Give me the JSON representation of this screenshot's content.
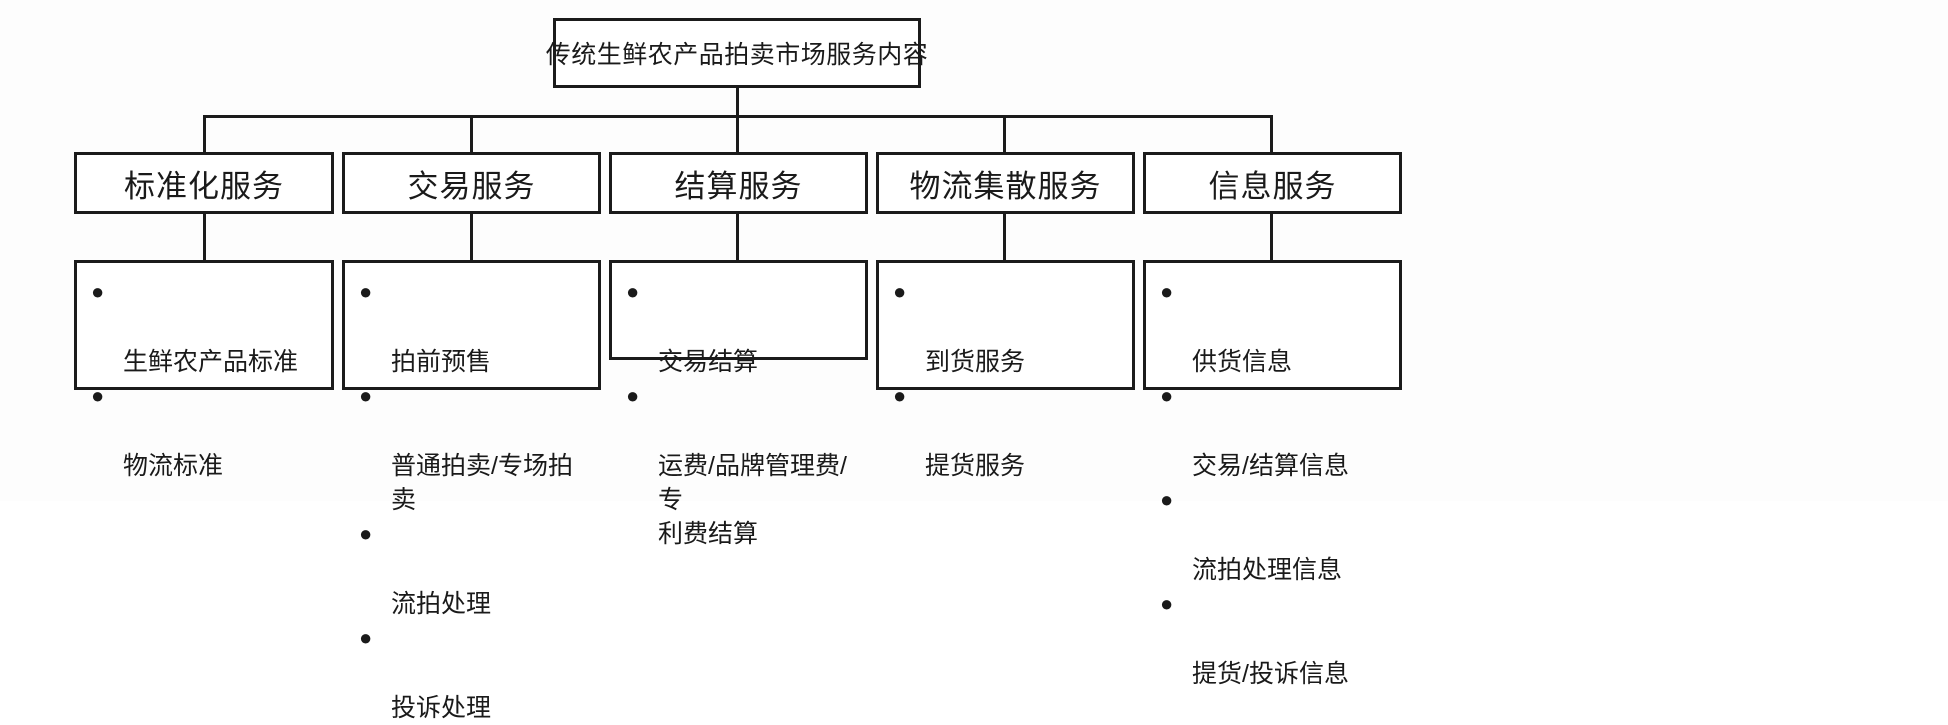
{
  "diagram": {
    "type": "org-chart",
    "title": "传统生鲜农产品拍卖市场服务内容",
    "bullet_glyph": "●",
    "colors": {
      "line": "#1b1b1b",
      "box_fill": "#ffffff",
      "background": "#fdfdfd",
      "text": "#1a1a1a"
    },
    "categories": [
      {
        "id": "standardization",
        "label": "标准化服务",
        "items": [
          "生鲜农产品标准",
          "物流标准"
        ]
      },
      {
        "id": "trading",
        "label": "交易服务",
        "items": [
          "拍前预售",
          "普通拍卖/专场拍卖",
          "流拍处理",
          "投诉处理"
        ]
      },
      {
        "id": "settlement",
        "label": "结算服务",
        "items": [
          "交易结算",
          "运费/品牌管理费/专\n利费结算"
        ]
      },
      {
        "id": "logistics",
        "label": "物流集散服务",
        "items": [
          "到货服务",
          "提货服务"
        ]
      },
      {
        "id": "information",
        "label": "信息服务",
        "items": [
          "供货信息",
          "交易/结算信息",
          "流拍处理信息",
          "提货/投诉信息"
        ]
      }
    ]
  }
}
